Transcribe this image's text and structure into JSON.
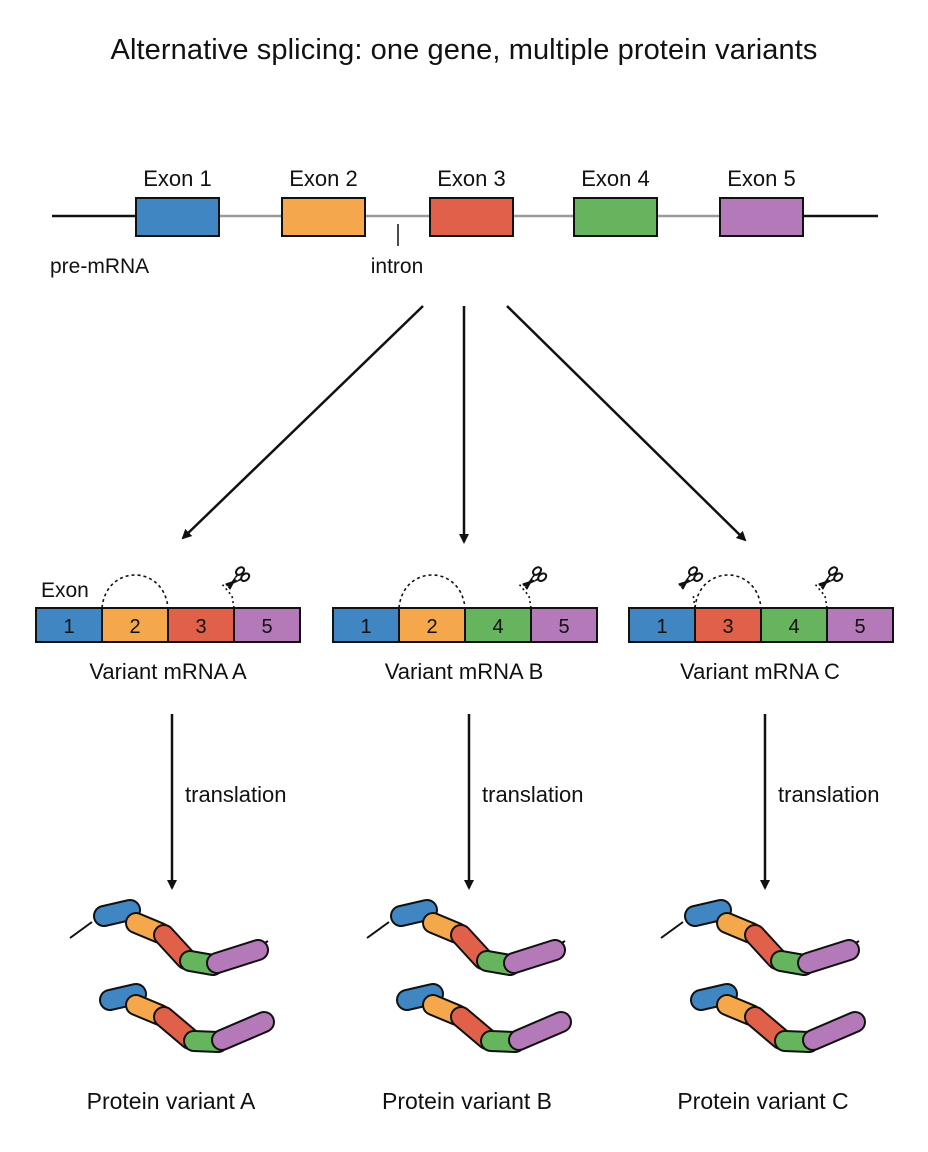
{
  "title": "Alternative splicing: one gene, multiple protein variants",
  "colors": {
    "exon1": "#3f86c2",
    "exon2": "#f5a84b",
    "exon3": "#e0604a",
    "exon4": "#66b55e",
    "exon5": "#b479b8",
    "line": "#111111",
    "intron": "#9a9a9a"
  },
  "pre_mrna": {
    "label": "pre-mRNA",
    "intron_label": "intron",
    "exons": [
      {
        "id": "exon1",
        "label": "Exon 1"
      },
      {
        "id": "exon2",
        "label": "Exon 2"
      },
      {
        "id": "exon3",
        "label": "Exon 3"
      },
      {
        "id": "exon4",
        "label": "Exon 4"
      },
      {
        "id": "exon5",
        "label": "Exon 5"
      }
    ]
  },
  "variants": [
    {
      "mrna_label": "Variant mRNA A",
      "exon_word": "Exon",
      "segments": [
        {
          "exon": "exon1",
          "text": "1"
        },
        {
          "exon": "exon2",
          "text": "2"
        },
        {
          "exon": "exon3",
          "text": "3"
        },
        {
          "exon": "exon5",
          "text": "5"
        }
      ],
      "translation_label": "translation",
      "protein_label": "Protein variant A"
    },
    {
      "mrna_label": "Variant mRNA B",
      "segments": [
        {
          "exon": "exon1",
          "text": "1"
        },
        {
          "exon": "exon2",
          "text": "2"
        },
        {
          "exon": "exon4",
          "text": "4"
        },
        {
          "exon": "exon5",
          "text": "5"
        }
      ],
      "translation_label": "translation",
      "protein_label": "Protein variant B"
    },
    {
      "mrna_label": "Variant mRNA C",
      "segments": [
        {
          "exon": "exon1",
          "text": "1"
        },
        {
          "exon": "exon3",
          "text": "3"
        },
        {
          "exon": "exon4",
          "text": "4"
        },
        {
          "exon": "exon5",
          "text": "5"
        }
      ],
      "translation_label": "translation",
      "protein_label": "Protein variant C"
    }
  ]
}
